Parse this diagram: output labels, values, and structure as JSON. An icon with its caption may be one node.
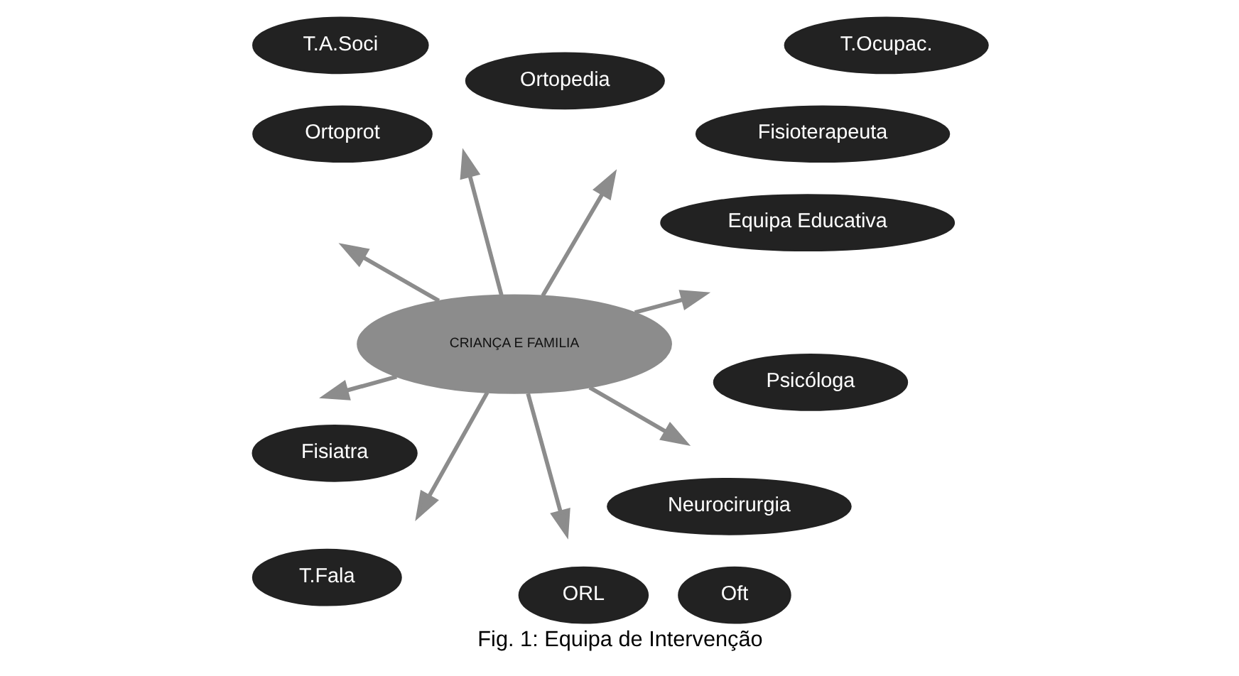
{
  "diagram": {
    "caption": "Fig. 1: Equipa de Intervenção",
    "nodes": [
      {
        "text": [
          "Psicóloga"
        ]
      },
      {
        "text": [
          "T.Fala"
        ]
      },
      {
        "text": [
          "Fisiatra"
        ]
      },
      {
        "text": [
          "Neurocirurgia"
        ]
      },
      {
        "text": [
          "Fisioterapeuta"
        ]
      },
      {
        "text": [
          "ORL"
        ]
      },
      {
        "text": [
          "Ortopedia"
        ]
      },
      {
        "text": [
          "CRIANÇA E FAMILIA"
        ]
      },
      {
        "text": [
          "T.Ocupac."
        ]
      },
      {
        "text": [
          "Oft"
        ]
      },
      {
        "text": [
          "T.A.Soci"
        ]
      },
      {
        "text": [
          "Ortoprot"
        ]
      },
      {
        "text": [
          "Equipa Educativa"
        ]
      }
    ],
    "edges": [
      {
        "from": 7,
        "to": null,
        "arrow": "to"
      },
      {
        "from": 7,
        "to": null,
        "arrow": "to"
      },
      {
        "from": 7,
        "to": null,
        "arrow": "to"
      },
      {
        "from": 7,
        "to": null,
        "arrow": "to"
      },
      {
        "from": 7,
        "to": null,
        "arrow": "to"
      },
      {
        "from": 7,
        "to": null,
        "arrow": "to"
      },
      {
        "from": 7,
        "to": null,
        "arrow": "to"
      },
      {
        "from": 7,
        "to": null,
        "arrow": "to"
      }
    ]
  }
}
